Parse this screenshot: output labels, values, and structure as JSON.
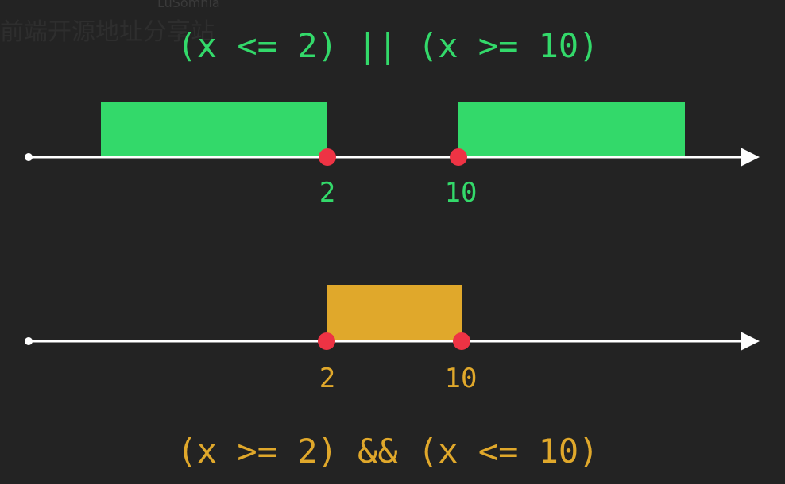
{
  "watermark": {
    "name": "LuSomnia",
    "caption": "前端开源地址分享站"
  },
  "colors": {
    "background": "#232323",
    "or_color": "#33d96a",
    "and_color": "#e0a82b",
    "axis": "#ffffff",
    "point": "#ee3344"
  },
  "or_diagram": {
    "expression": "(x <= 2) || (x >= 10)",
    "tick_a": "2",
    "tick_b": "10"
  },
  "and_diagram": {
    "expression": "(x >= 2) && (x <= 10)",
    "tick_a": "2",
    "tick_b": "10"
  }
}
